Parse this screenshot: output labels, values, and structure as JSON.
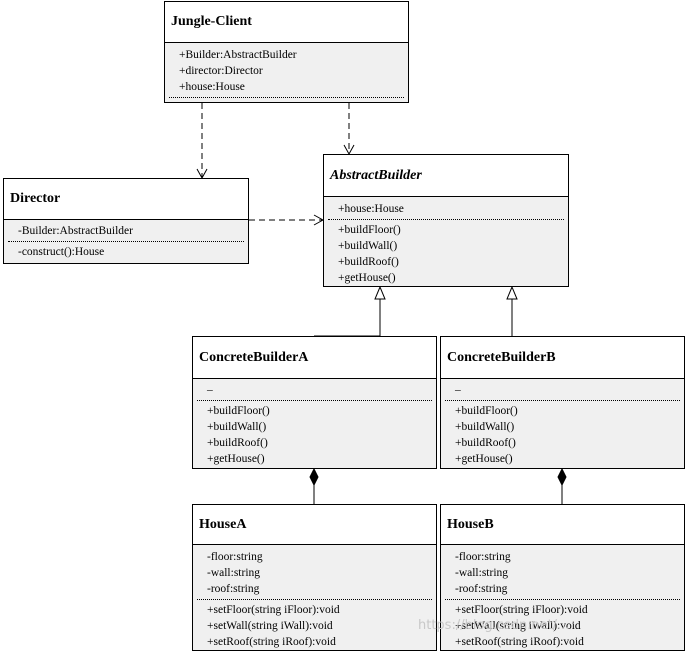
{
  "classes": {
    "client": {
      "name": "Jungle-Client",
      "attributes": [
        "+Builder:AbstractBuilder",
        "+director:Director",
        "+house:House"
      ],
      "methods": []
    },
    "director": {
      "name": "Director",
      "attributes": [
        "-Builder:AbstractBuilder"
      ],
      "methods": [
        "-construct():House"
      ]
    },
    "abstract_builder": {
      "name": "AbstractBuilder",
      "attributes": [
        "+house:House"
      ],
      "methods": [
        "+buildFloor()",
        "+buildWall()",
        "+buildRoof()",
        "+getHouse()"
      ]
    },
    "builder_a": {
      "name": "ConcreteBuilderA",
      "attributes": [
        "–"
      ],
      "methods": [
        "+buildFloor()",
        "+buildWall()",
        "+buildRoof()",
        "+getHouse()"
      ]
    },
    "builder_b": {
      "name": "ConcreteBuilderB",
      "attributes": [
        "–"
      ],
      "methods": [
        "+buildFloor()",
        "+buildWall()",
        "+buildRoof()",
        "+getHouse()"
      ]
    },
    "house_a": {
      "name": "HouseA",
      "attributes": [
        "-floor:string",
        "-wall:string",
        "-roof:string"
      ],
      "methods": [
        "+setFloor(string iFloor):void",
        "+setWall(string iWall):void",
        "+setRoof(string iRoof):void"
      ]
    },
    "house_b": {
      "name": "HouseB",
      "attributes": [
        "-floor:string",
        "-wall:string",
        "-roof:string"
      ],
      "methods": [
        "+setFloor(string iFloor):void",
        "+setWall(string iWall):void",
        "+setRoof(string iRoof):void"
      ]
    }
  },
  "watermark": "https://blog.csdn.net/..."
}
